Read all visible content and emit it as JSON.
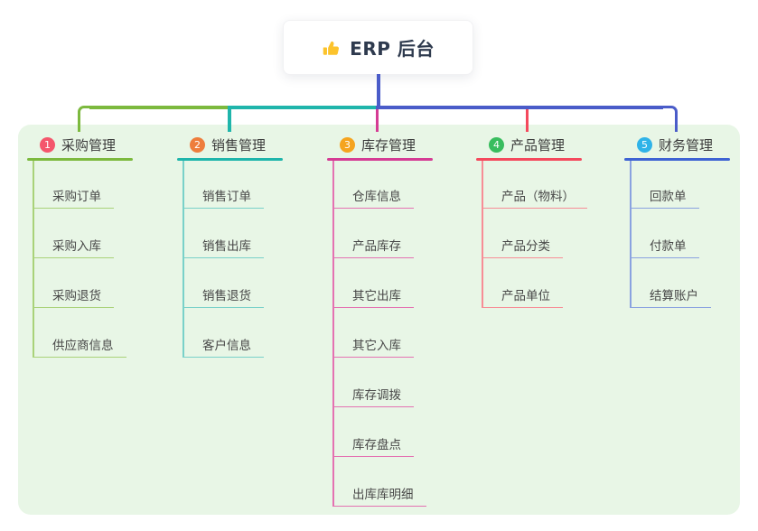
{
  "root": {
    "title": "ERP 后台",
    "icon": "thumbs-up-icon",
    "icon_color": "#fcc32c",
    "connector_color": "#4a5cc9"
  },
  "panel": {
    "background": "#e8f6e6"
  },
  "branches": [
    {
      "badge": "1",
      "label": "采购管理",
      "badge_color": "#f4566c",
      "line_color": "#7cb93e",
      "child_line_color": "#a9d279",
      "children": [
        "采购订单",
        "采购入库",
        "采购退货",
        "供应商信息"
      ]
    },
    {
      "badge": "2",
      "label": "销售管理",
      "badge_color": "#ee7d3c",
      "line_color": "#1fb5ab",
      "child_line_color": "#79d1c9",
      "children": [
        "销售订单",
        "销售出库",
        "销售退货",
        "客户信息"
      ]
    },
    {
      "badge": "3",
      "label": "库存管理",
      "badge_color": "#f5a41f",
      "line_color": "#d53c94",
      "child_line_color": "#e472b2",
      "children": [
        "仓库信息",
        "产品库存",
        "其它出库",
        "其它入库",
        "库存调拨",
        "库存盘点",
        "出库库明细"
      ]
    },
    {
      "badge": "4",
      "label": "产品管理",
      "badge_color": "#38bd5e",
      "line_color": "#f4495d",
      "child_line_color": "#f78d96",
      "children": [
        "产品（物料）",
        "产品分类",
        "产品单位"
      ]
    },
    {
      "badge": "5",
      "label": "财务管理",
      "badge_color": "#2fb3e8",
      "line_color": "#3e63d3",
      "child_line_color": "#8aa2e0",
      "children": [
        "回款单",
        "付款单",
        "结算账户"
      ]
    }
  ]
}
